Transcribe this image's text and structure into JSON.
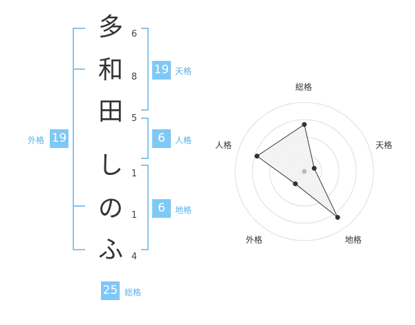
{
  "name": {
    "characters": [
      {
        "char": "多",
        "strokes": "6"
      },
      {
        "char": "和",
        "strokes": "8"
      },
      {
        "char": "田",
        "strokes": "5"
      },
      {
        "char": "し",
        "strokes": "1"
      },
      {
        "char": "の",
        "strokes": "1"
      },
      {
        "char": "ふ",
        "strokes": "4"
      }
    ]
  },
  "kakusu": {
    "tenkaku": {
      "value": "19",
      "label": "天格"
    },
    "jinkaku": {
      "value": "6",
      "label": "人格"
    },
    "chikaku": {
      "value": "6",
      "label": "地格"
    },
    "gaikaku": {
      "value": "19",
      "label": "外格"
    },
    "soukaku": {
      "value": "25",
      "label": "総格"
    }
  },
  "colors": {
    "accent": "#7ec8f5",
    "bracket": "#88c4ec",
    "label_text": "#58b2e8",
    "grid": "#dddddd",
    "polygon_fill": "#f2f2f2",
    "polygon_stroke": "#333333",
    "point": "#333333",
    "center_point": "#bbbbbb"
  },
  "chart_data": {
    "type": "radar",
    "axes": [
      "総格",
      "天格",
      "地格",
      "外格",
      "人格"
    ],
    "values": [
      0.68,
      0.15,
      0.82,
      0.22,
      0.72
    ],
    "range": [
      0,
      1
    ],
    "rings": 4
  }
}
